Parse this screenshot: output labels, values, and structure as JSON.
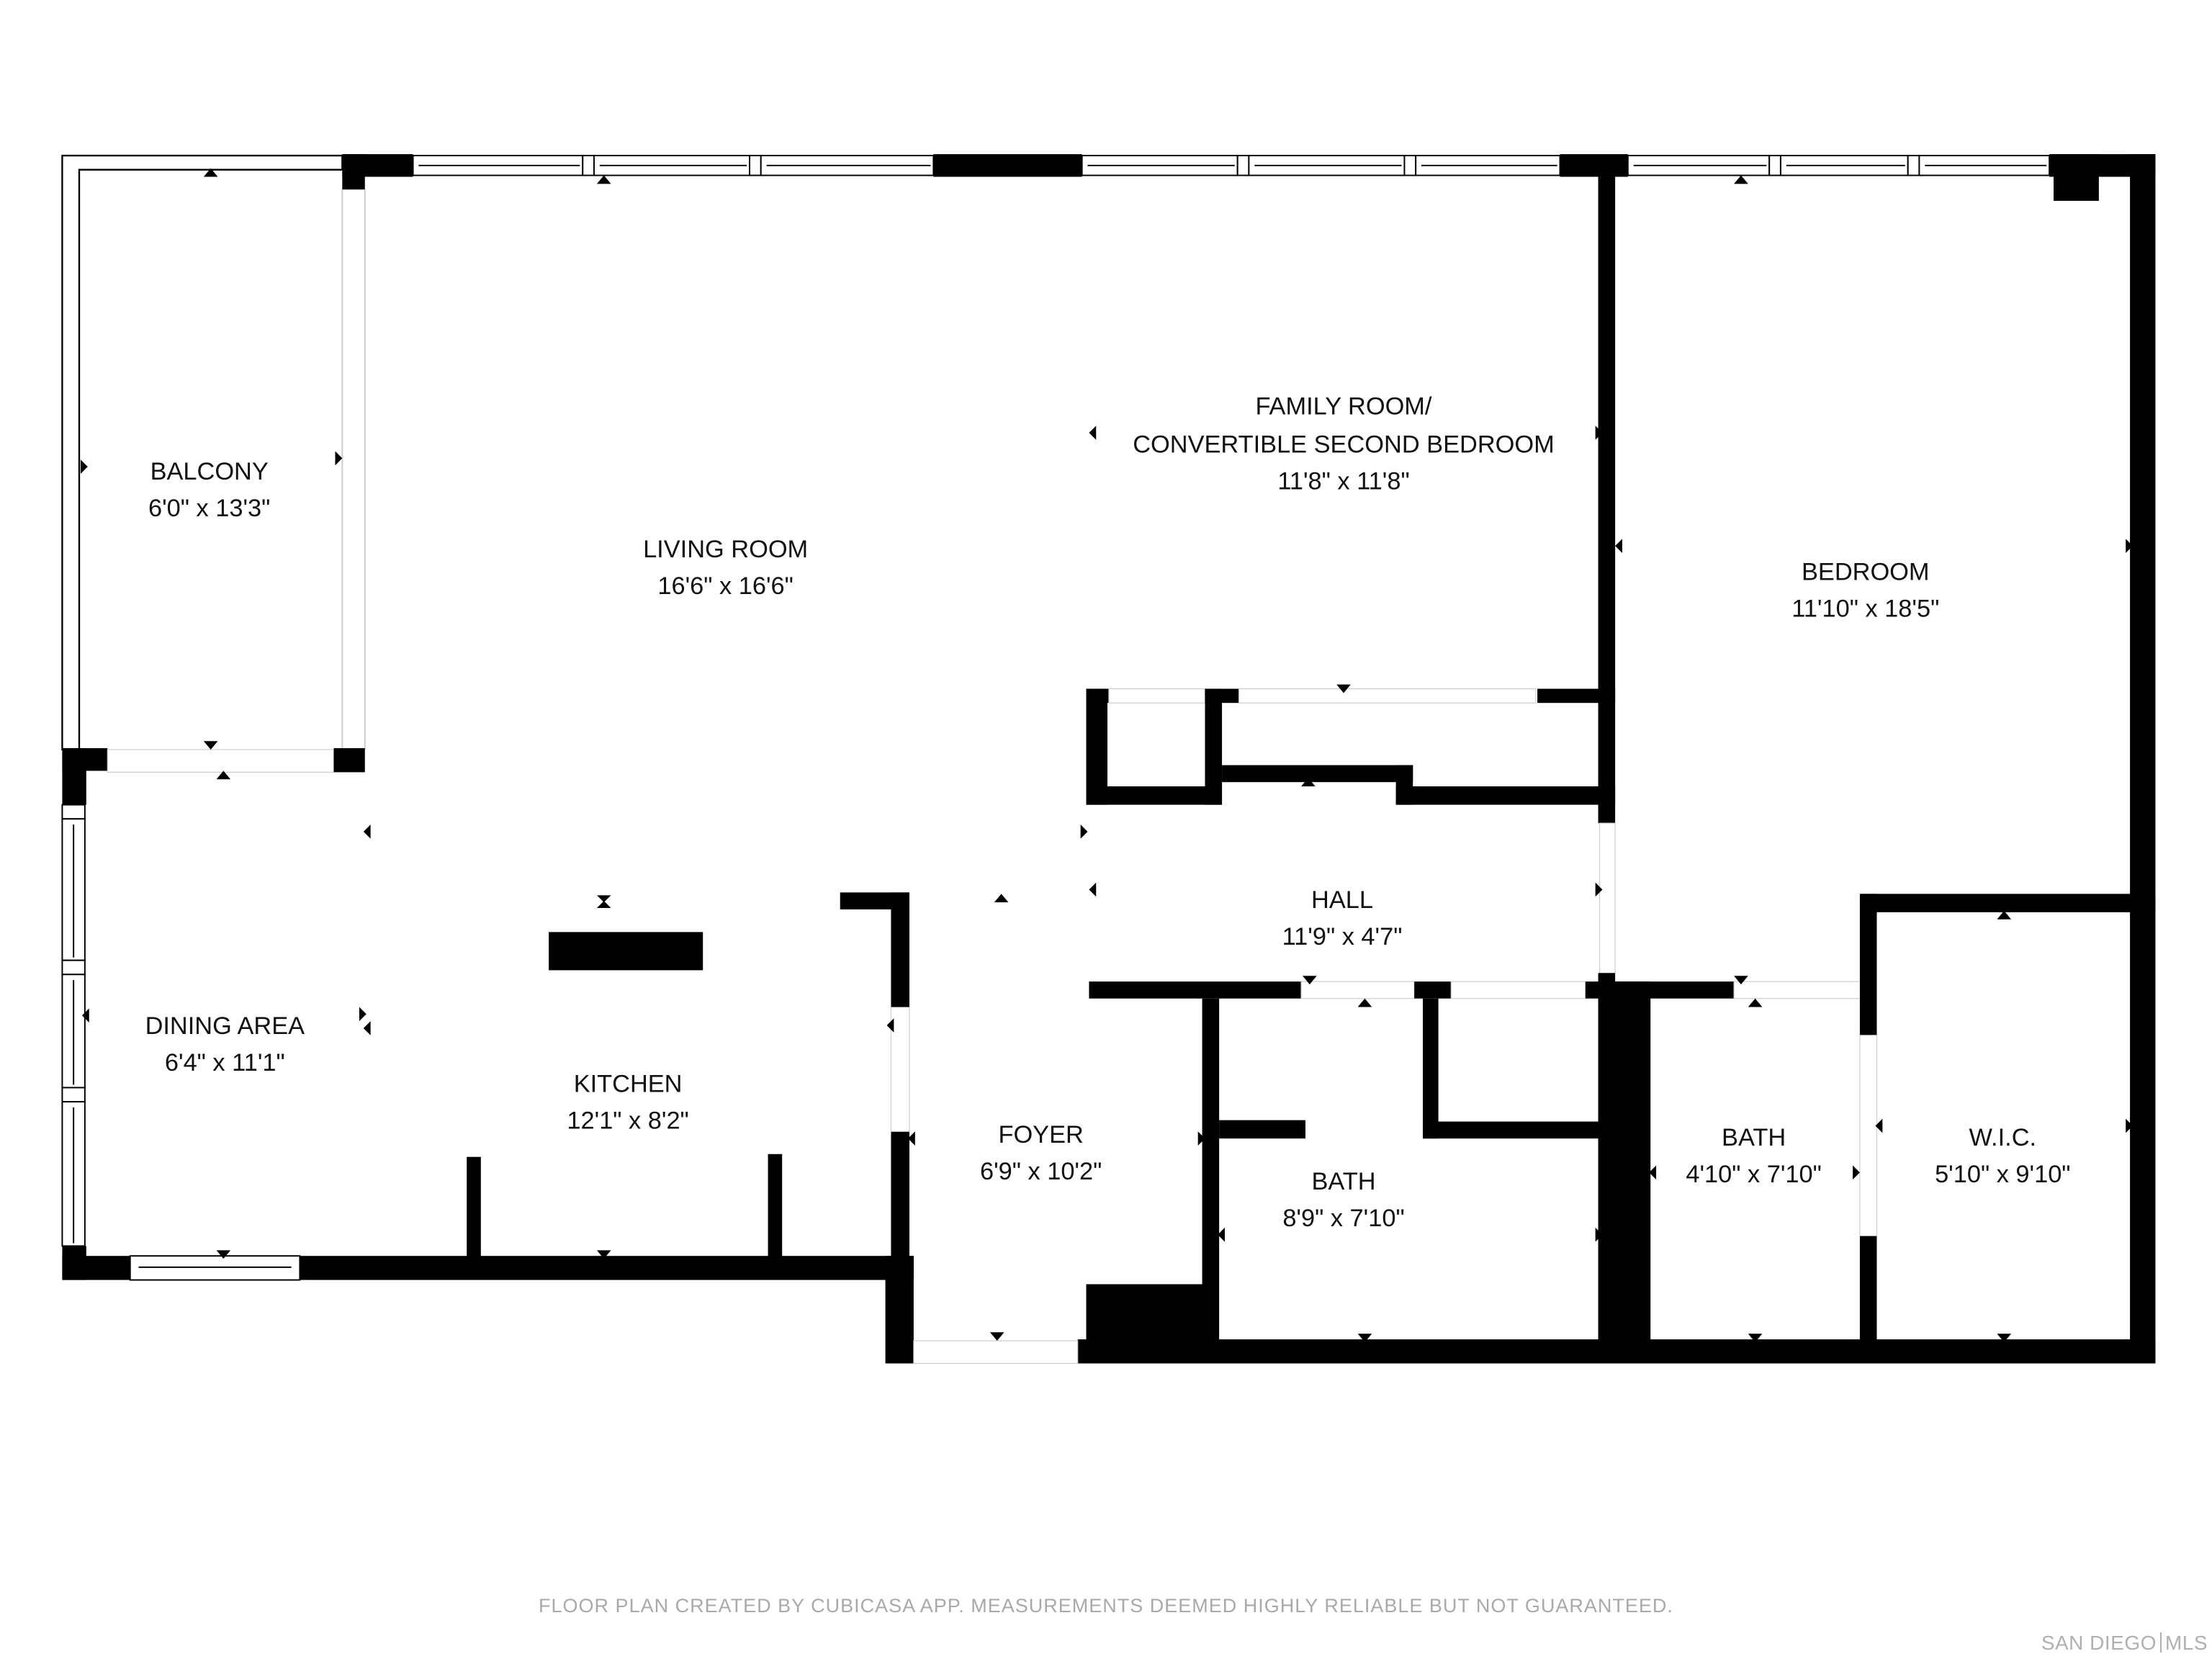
{
  "rooms": {
    "balcony": {
      "name": "BALCONY",
      "dim": "6'0\" x 13'3\""
    },
    "living_room": {
      "name": "LIVING ROOM",
      "dim": "16'6\" x 16'6\""
    },
    "family_room": {
      "name_line1": "FAMILY ROOM/",
      "name_line2": "CONVERTIBLE SECOND BEDROOM",
      "dim": "11'8\" x 11'8\""
    },
    "bedroom": {
      "name": "BEDROOM",
      "dim": "11'10\" x 18'5\""
    },
    "hall": {
      "name": "HALL",
      "dim": "11'9\" x 4'7\""
    },
    "dining_area": {
      "name": "DINING AREA",
      "dim": "6'4\" x 11'1\""
    },
    "kitchen": {
      "name": "KITCHEN",
      "dim": "12'1\" x 8'2\""
    },
    "foyer": {
      "name": "FOYER",
      "dim": "6'9\" x 10'2\""
    },
    "bath_main": {
      "name": "BATH",
      "dim": "8'9\" x 7'10\""
    },
    "bath_ensuite": {
      "name": "BATH",
      "dim": "4'10\" x 7'10\""
    },
    "wic": {
      "name": "W.I.C.",
      "dim": "5'10\" x 9'10\""
    }
  },
  "footer": {
    "disclaimer": "FLOOR PLAN CREATED BY CUBICASA APP. MEASUREMENTS DEEMED HIGHLY RELIABLE BUT NOT GUARANTEED.",
    "logo_left": "SAN DIEGO",
    "logo_right": "MLS"
  },
  "colors": {
    "wall": "#000000",
    "background": "#ffffff",
    "footer_text": "#a9a9a9"
  }
}
